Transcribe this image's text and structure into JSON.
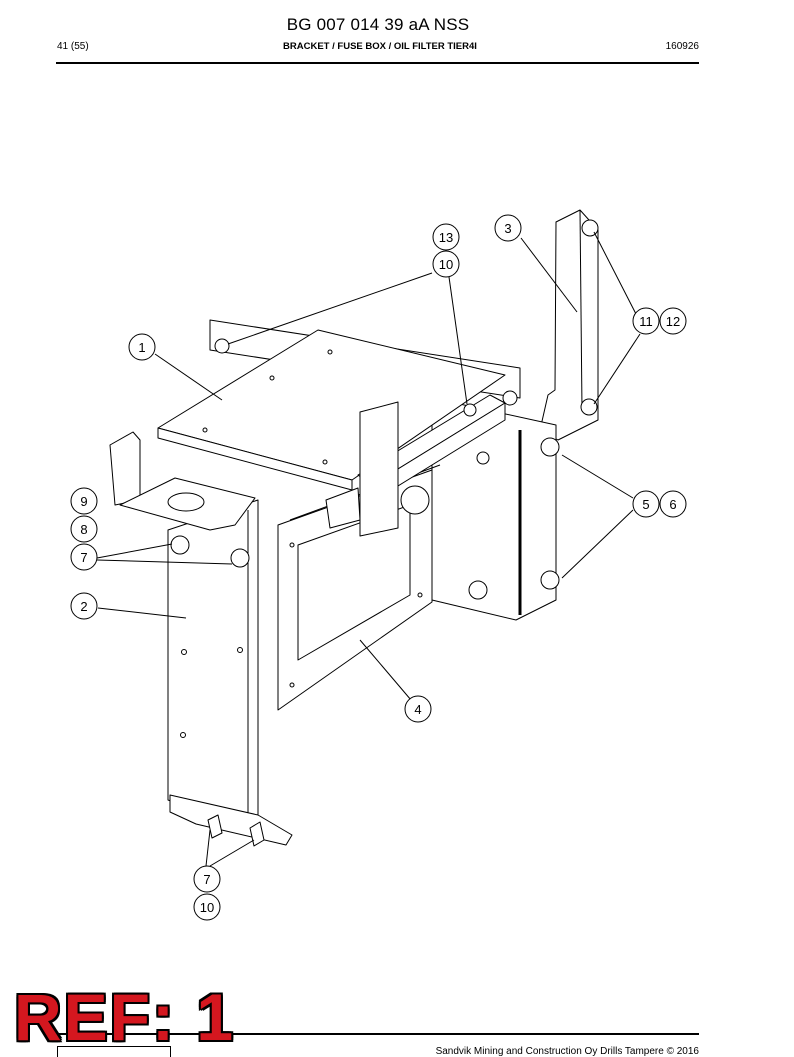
{
  "header": {
    "doc_title": "BG 007 014 39 aA NSS",
    "page_number": "41 (55)",
    "section_title": "BRACKET / FUSE BOX / OIL FILTER TIER4I",
    "date_code": "160926"
  },
  "callouts": {
    "c1": "1",
    "c2": "2",
    "c3": "3",
    "c4": "4",
    "c5": "5",
    "c6": "6",
    "c7a": "7",
    "c7b": "7",
    "c8": "8",
    "c9": "9",
    "c10a": "10",
    "c10b": "10",
    "c11": "11",
    "c12": "12",
    "c13": "13"
  },
  "stamp": {
    "text": "REF: 1",
    "color": "#d4171f"
  },
  "footer": {
    "copyright": "Sandvik Mining and Construction Oy Drills Tampere © 2016"
  }
}
